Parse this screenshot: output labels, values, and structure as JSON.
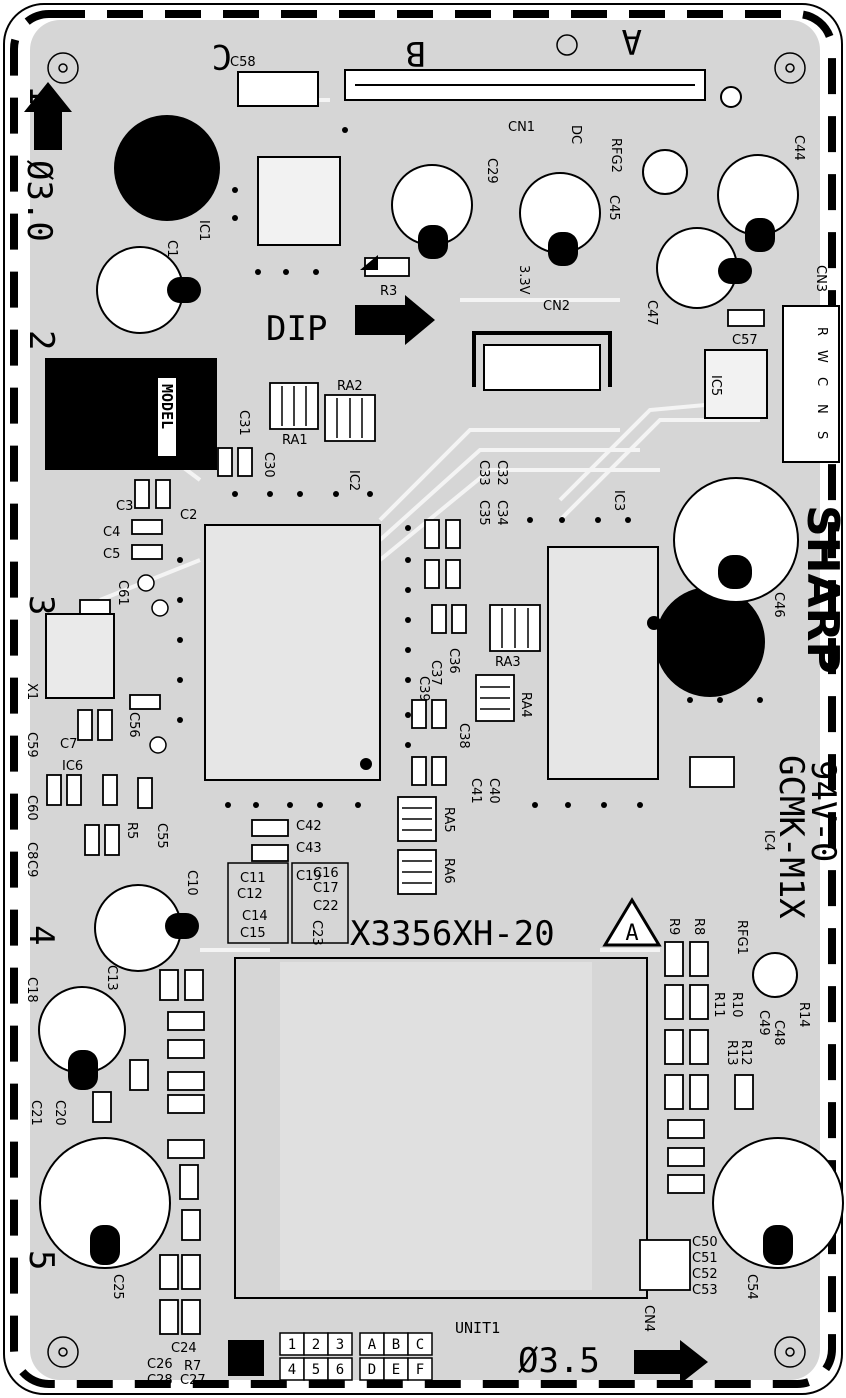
{
  "board": {
    "part_number": "X3356XH-20",
    "revision": "A",
    "brand": "SHARP",
    "flammability": "94V-0",
    "manufacturer_code": "GCMK-M1X",
    "unit_label": "UNIT1",
    "hole_left": "Ø3.0",
    "hole_bottom": "Ø3.5",
    "dip_label": "DIP",
    "model_label": "MODEL",
    "corner_c": "C",
    "corner_a": "A",
    "connector_b": "B",
    "edge_numbers": [
      "1",
      "2",
      "3",
      "4",
      "5"
    ]
  },
  "unit_grid": [
    "1",
    "2",
    "3",
    "A",
    "B",
    "C",
    "4",
    "5",
    "6",
    "D",
    "E",
    "F"
  ],
  "connectors": {
    "cn1": "CN1",
    "cn2": "CN2",
    "cn3": "CN3",
    "cn4": "CN4",
    "cn3_pins": [
      "R",
      "W",
      "C",
      "N",
      "S"
    ],
    "cn2_volt": "3.3V",
    "cn1_dc": "DC"
  },
  "ics": [
    "IC1",
    "IC2",
    "IC3",
    "IC4",
    "IC5",
    "IC6"
  ],
  "components": {
    "capacitors": [
      "C1",
      "C2",
      "C3",
      "C4",
      "C5",
      "C7",
      "C8",
      "C9",
      "C10",
      "C11",
      "C12",
      "C13",
      "C14",
      "C15",
      "C16",
      "C17",
      "C18",
      "C19",
      "C20",
      "C21",
      "C22",
      "C23",
      "C24",
      "C25",
      "C26",
      "C27",
      "C28",
      "C29",
      "C30",
      "C31",
      "C32",
      "C33",
      "C34",
      "C35",
      "C36",
      "C37",
      "C38",
      "C39",
      "C40",
      "C41",
      "C42",
      "C43",
      "C44",
      "C45",
      "C46",
      "C47",
      "C48",
      "C49",
      "C50",
      "C51",
      "C52",
      "C53",
      "C54",
      "C55",
      "C56",
      "C57",
      "C58",
      "C59",
      "C60",
      "C61"
    ],
    "resistors": [
      "R3",
      "R5",
      "R7",
      "R8",
      "R9",
      "R10",
      "R11",
      "R12",
      "R13",
      "R14"
    ],
    "arrays": [
      "RA1",
      "RA2",
      "RA3",
      "RA4",
      "RA5",
      "RA6"
    ],
    "fuses": [
      "RFG1",
      "RFG2"
    ],
    "crystal": "X1"
  }
}
